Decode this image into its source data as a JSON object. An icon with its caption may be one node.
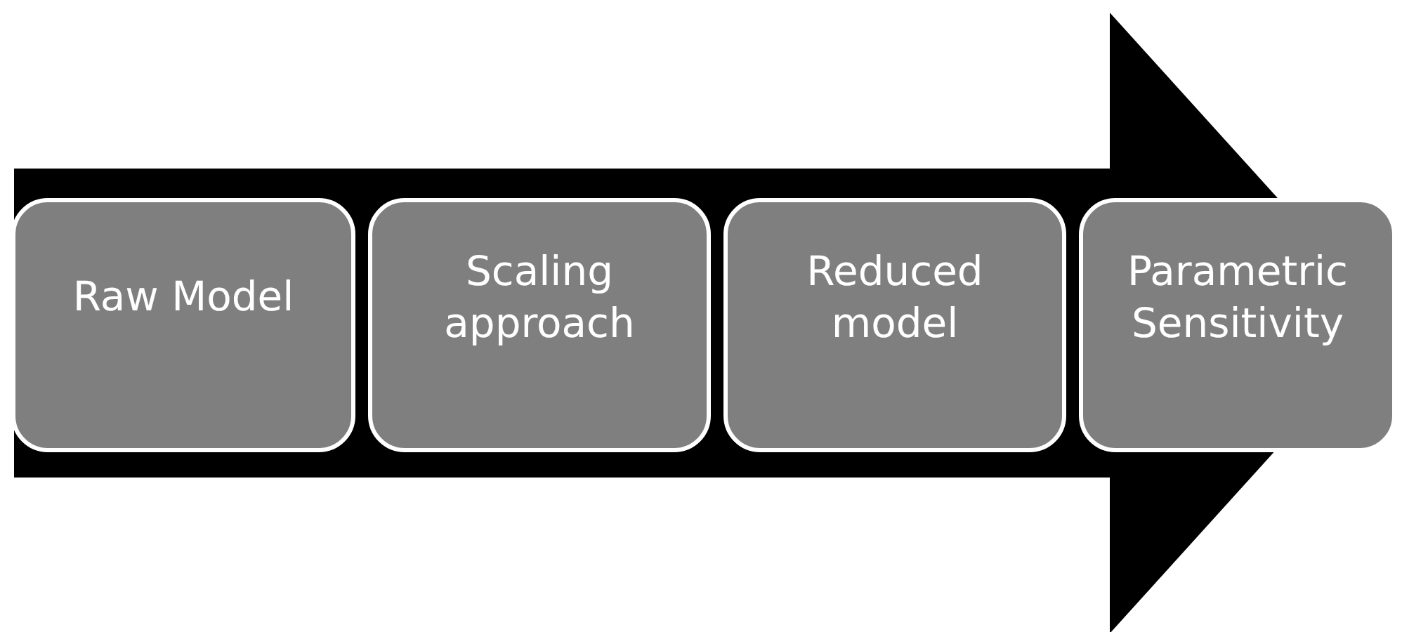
{
  "diagram": {
    "nodes": [
      {
        "text": [
          "Raw Model"
        ]
      },
      {
        "text": [
          "Scaling approach"
        ]
      },
      {
        "text": [
          "Reduced model"
        ]
      },
      {
        "text": [
          "Parametric Sensitivity"
        ]
      }
    ],
    "edges": [
      {
        "from": 0,
        "to": 3,
        "arrow": "to",
        "style": "thick"
      }
    ]
  }
}
